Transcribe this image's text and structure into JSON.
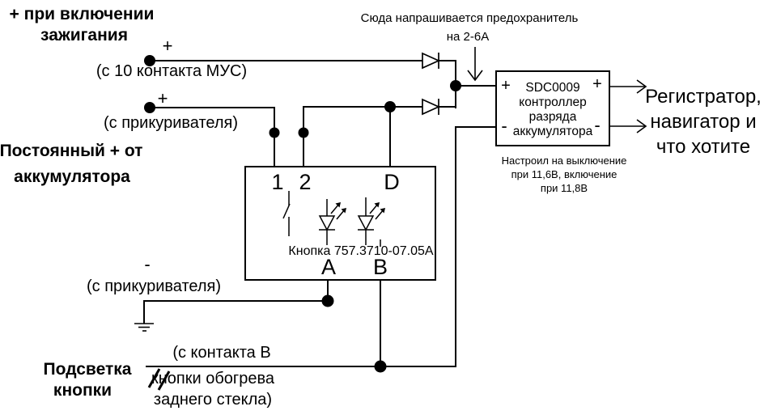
{
  "title_ignition": {
    "line1": "+ при включении",
    "line2": "зажигания"
  },
  "mus": {
    "plus": "+",
    "label": "(с 10 контакта МУС)"
  },
  "cig_top": {
    "plus": "+",
    "label": "(с прикуривателя)"
  },
  "title_battery": {
    "line1": "Постоянный + от",
    "line2": "аккумулятора"
  },
  "cig_bottom": {
    "minus": "-",
    "label": "(с прикуривателя)"
  },
  "backlight": {
    "line1": "Подсветка",
    "line2": "кнопки"
  },
  "heater": {
    "line1": "(с контакта В",
    "line2": "кнопки обогрева",
    "line3": "заднего стекла)"
  },
  "fuse_note": {
    "line1": "Сюда напрашивается предохранитель",
    "line2": "на 2-6А"
  },
  "controller": {
    "plus_left": "+",
    "plus_right": "+",
    "minus_left": "-",
    "minus_right": "-",
    "line1": "SDC0009",
    "line2": "контроллер",
    "line3": "разряда",
    "line4": "аккумулятора",
    "note_line1": "Настроил на выключение",
    "note_line2": "при 11,6В, включение",
    "note_line3": "при 11,8В"
  },
  "output": {
    "line1": "Регистратор,",
    "line2": "навигатор и",
    "line3": "что хотите"
  },
  "button": {
    "pin1": "1",
    "pin2": "2",
    "pin_d": "D",
    "pin_a": "A",
    "pin_b": "B",
    "caption": "Кнопка 757.3710-07.05A"
  },
  "colors": {
    "wire": "#000000",
    "text": "#000000",
    "background": "#ffffff"
  }
}
